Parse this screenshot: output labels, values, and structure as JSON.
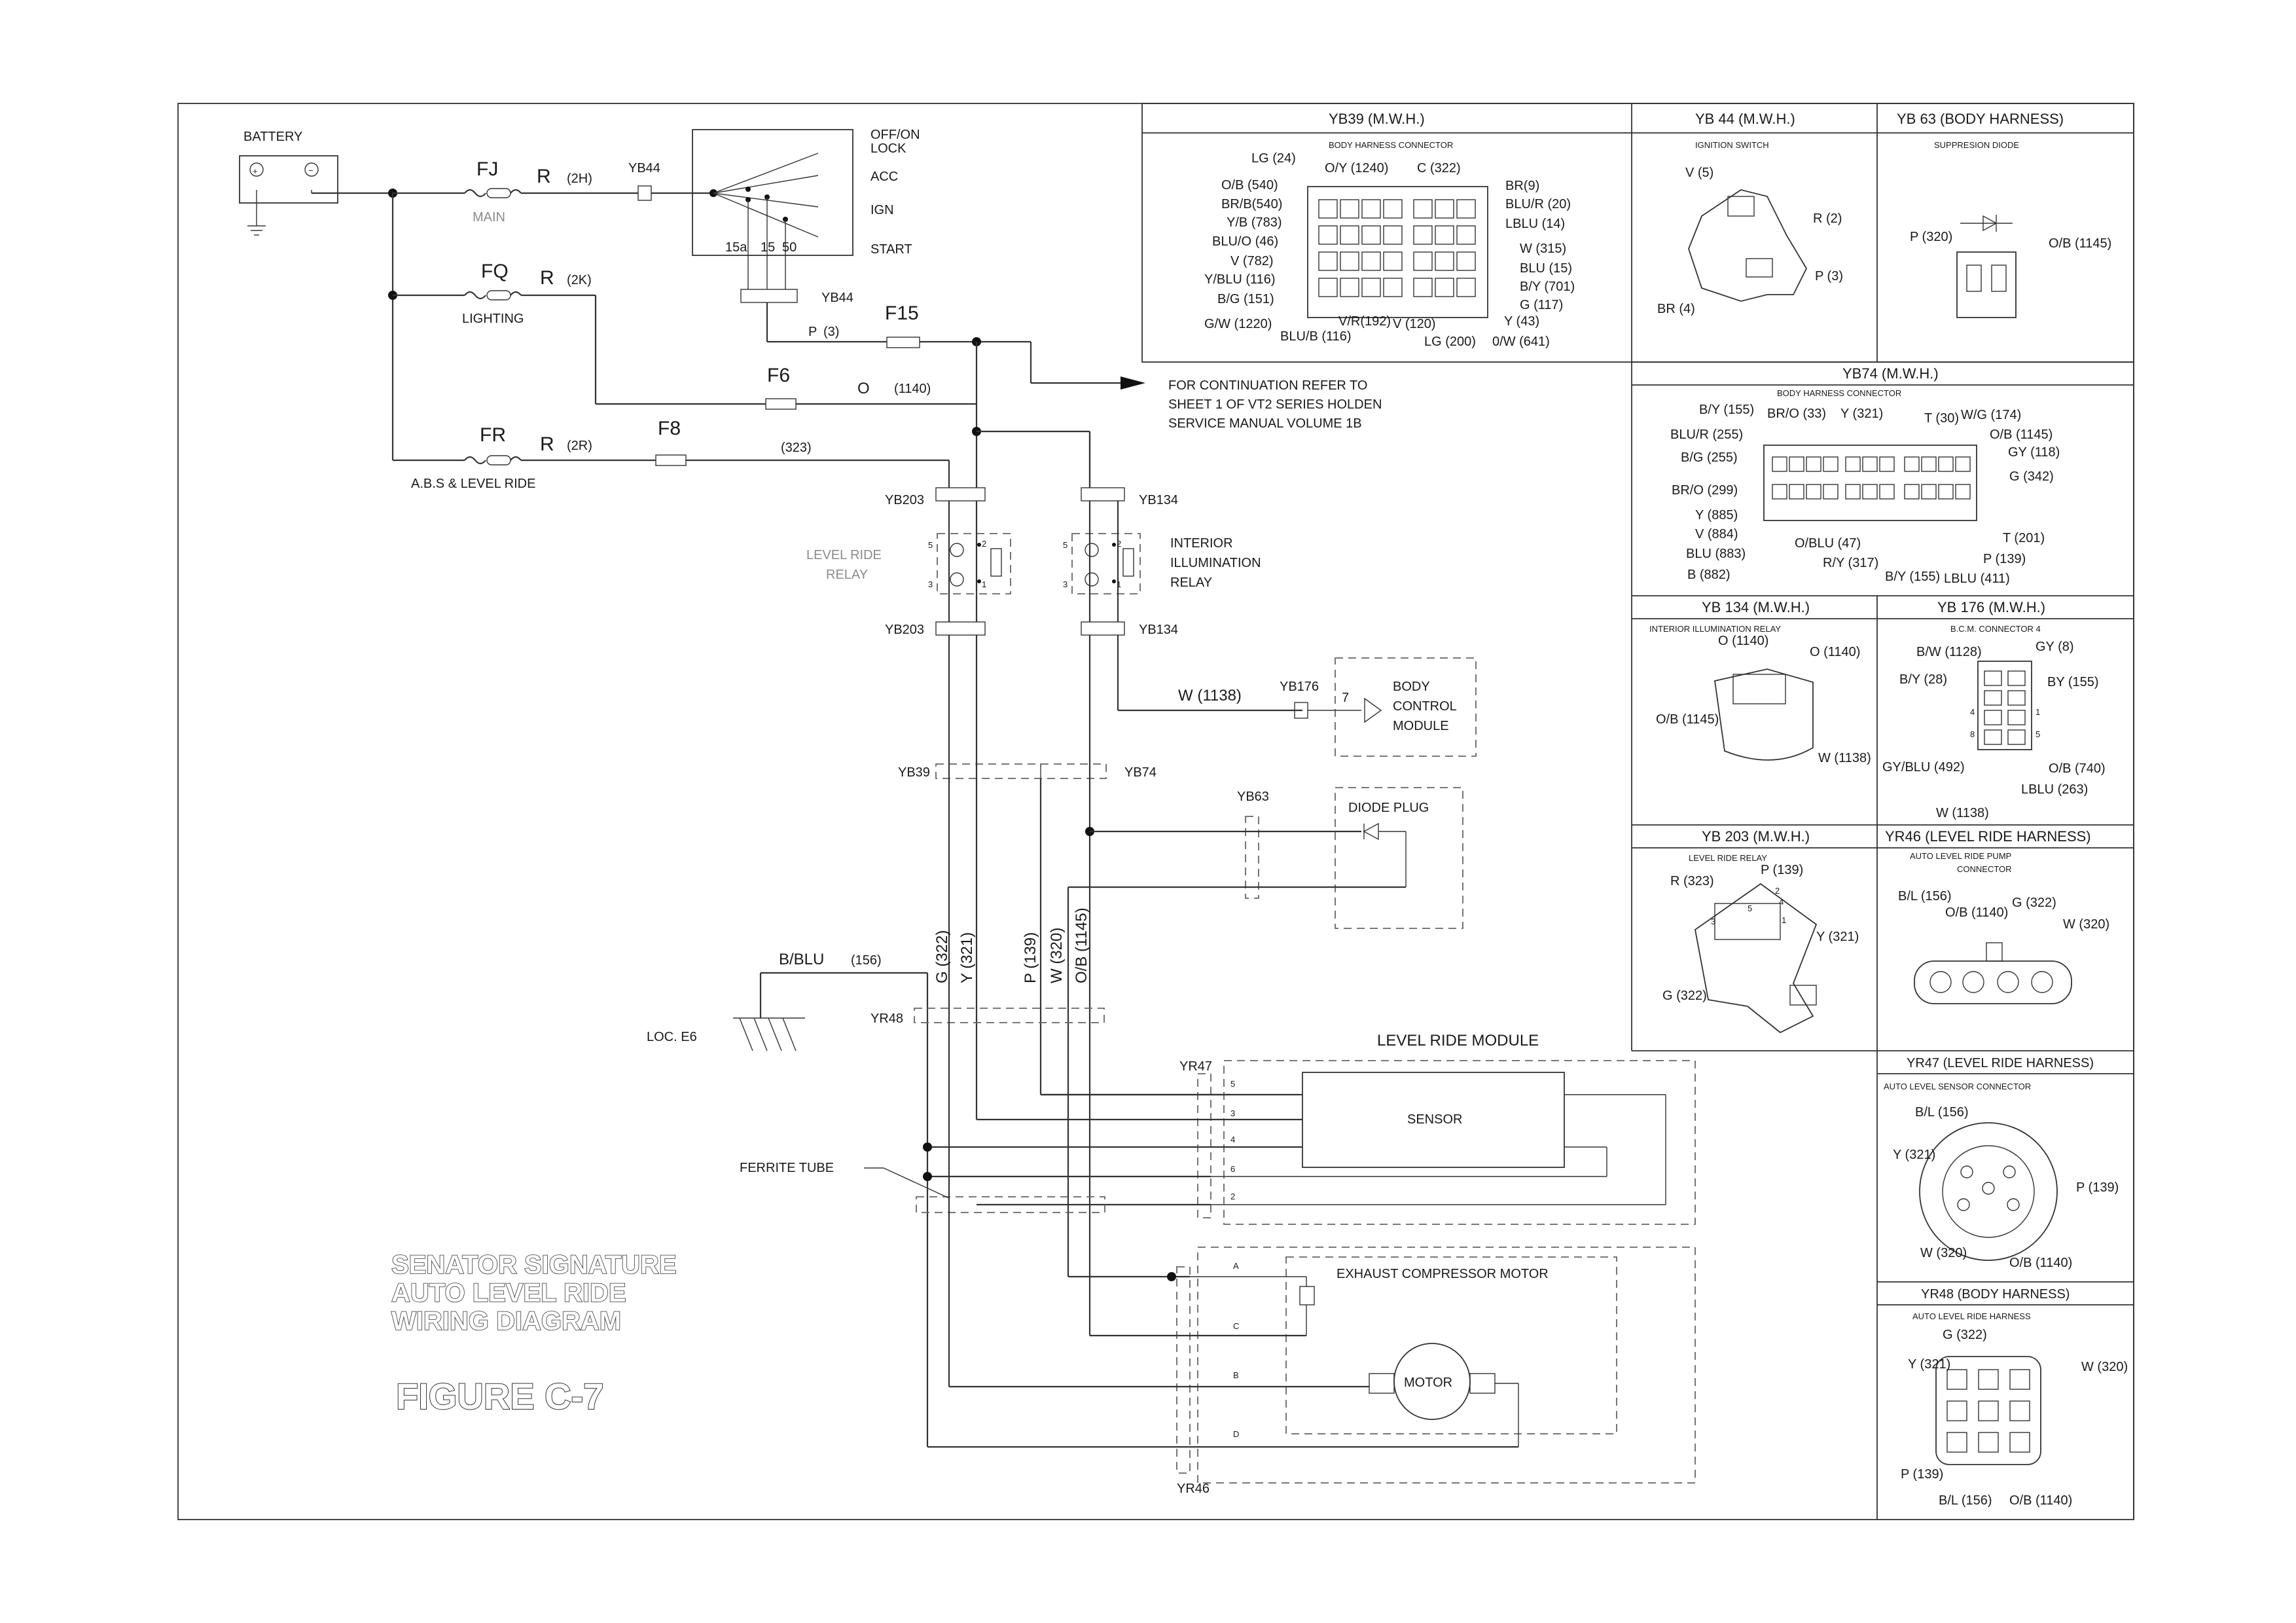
{
  "battery": {
    "label": "BATTERY",
    "plus": "+",
    "minus": "−"
  },
  "fuses": {
    "fj": {
      "name": "FJ",
      "wire": "R",
      "code": "(2H)",
      "desc": "MAIN"
    },
    "fq": {
      "name": "FQ",
      "wire": "R",
      "code": "(2K)",
      "desc": "LIGHTING"
    },
    "fr": {
      "name": "FR",
      "wire": "R",
      "code": "(2R)",
      "desc": "A.B.S & LEVEL RIDE"
    },
    "f15": {
      "name": "F15",
      "wire": "P",
      "code": "(3)"
    },
    "f6": {
      "name": "F6",
      "wire": "O",
      "code": "(1140)"
    },
    "f8": {
      "name": "F8",
      "code": "(323)"
    }
  },
  "ignition": {
    "yb44_a": "YB44",
    "yb44_b": "YB44",
    "positions": [
      "OFF/ON",
      "LOCK",
      "ACC",
      "IGN",
      "START"
    ],
    "terminals": [
      "15a",
      "15",
      "50"
    ]
  },
  "continuation": [
    "FOR CONTINUATION REFER TO",
    "SHEET 1 OF VT2 SERIES HOLDEN",
    "SERVICE MANUAL VOLUME 1B"
  ],
  "relays": {
    "level": {
      "name": [
        "LEVEL RIDE",
        "RELAY"
      ],
      "top": "YB203",
      "bottom": "YB203",
      "pins": [
        "5",
        "2",
        "3",
        "1"
      ]
    },
    "interior": {
      "name": [
        "INTERIOR",
        "ILLUMINATION",
        "RELAY"
      ],
      "top": "YB134",
      "bottom": "YB134",
      "pins": [
        "5",
        "2",
        "3",
        "1"
      ]
    }
  },
  "bcm": {
    "wire": "W (1138)",
    "connector": "YB176",
    "pin": "7",
    "name": [
      "BODY",
      "CONTROL",
      "MODULE"
    ]
  },
  "connectors": {
    "yb39": "YB39",
    "yb74": "YB74",
    "yb63": "YB63",
    "yr48": "YR48",
    "yr47": "YR47",
    "yr46": "YR46"
  },
  "diode_plug": "DIODE PLUG",
  "ground": {
    "wire": "B/BLU",
    "code": "(156)",
    "loc": "LOC. E6"
  },
  "vertical_wires": [
    "G (322)",
    "Y (321)",
    "P (139)",
    "W (320)",
    "O/B (1145)"
  ],
  "ferrite": "FERRITE TUBE",
  "module": {
    "title": "LEVEL RIDE MODULE",
    "sensor": "SENSOR",
    "sensor_pins": [
      "5",
      "3",
      "4",
      "6",
      "2"
    ],
    "compressor": "EXHAUST COMPRESSOR MOTOR",
    "motor": "MOTOR",
    "motor_pins": [
      "A",
      "C",
      "B",
      "D"
    ]
  },
  "title": [
    "SENATOR SIGNATURE",
    "AUTO LEVEL RIDE",
    "WIRING DIAGRAM"
  ],
  "figure": "FIGURE C-7",
  "panels": {
    "yb39": {
      "header": "YB39 (M.W.H.)",
      "sub": "BODY HARNESS CONNECTOR",
      "labels": [
        "LG (24)",
        "O/Y (1240)",
        "C (322)",
        "O/B (540)",
        "BR/B(540)",
        "Y/B (783)",
        "BLU/O (46)",
        "V (782)",
        "Y/BLU (116)",
        "B/G (151)",
        "G/W (1220)",
        "BLU/B (116)",
        "V/R(192)",
        "V (120)",
        "LG (200)",
        "0/W (641)",
        "Y (43)",
        "G (117)",
        "B/Y (701)",
        "BLU (15)",
        "W (315)",
        "LBLU (14)",
        "BLU/R (20)",
        "BR(9)"
      ]
    },
    "yb44": {
      "header": "YB 44 (M.W.H.)",
      "sub": "IGNITION SWITCH",
      "labels": [
        "V (5)",
        "R (2)",
        "P (3)",
        "BR (4)"
      ]
    },
    "yb63": {
      "header": "YB 63 (BODY HARNESS)",
      "sub": "SUPPRESION DIODE",
      "labels": [
        "P (320)",
        "O/B (1145)"
      ]
    },
    "yb74": {
      "header": "YB74 (M.W.H.)",
      "sub": "BODY HARNESS CONNECTOR",
      "labels": [
        "B/Y (155)",
        "BR/O (33)",
        "Y (321)",
        "T (30)",
        "W/G (174)",
        "O/B (1145)",
        "GY (118)",
        "BLU/R (255)",
        "B/G (255)",
        "G (342)",
        "BR/O (299)",
        "Y (885)",
        "V (884)",
        "BLU (883)",
        "B (882)",
        "O/BLU (47)",
        "R/Y (317)",
        "B/Y (155)",
        "LBLU (411)",
        "P (139)",
        "T (201)"
      ]
    },
    "yb134": {
      "header": "YB 134 (M.W.H.)",
      "sub": "INTERIOR ILLUMINATION RELAY",
      "labels": [
        "O (1140)",
        "O (1140)",
        "O/B (1145)",
        "W (1138)"
      ]
    },
    "yb176": {
      "header": "YB 176 (M.W.H.)",
      "sub": "B.C.M. CONNECTOR 4",
      "labels": [
        "B/W (1128)",
        "GY (8)",
        "B/Y (28)",
        "BY (155)",
        "GY/BLU (492)",
        "O/B (740)",
        "LBLU (263)",
        "W (1138)"
      ],
      "pins": [
        "4",
        "8",
        "1",
        "5"
      ]
    },
    "yb203": {
      "header": "YB 203 (M.W.H.)",
      "sub": "LEVEL RIDE RELAY",
      "labels": [
        "R (323)",
        "P (139)",
        "Y (321)",
        "G (322)"
      ],
      "pins": [
        "2",
        "4",
        "5",
        "3",
        "1"
      ]
    },
    "yr46": {
      "header": "YR46 (LEVEL RIDE HARNESS)",
      "sub": [
        "AUTO LEVEL RIDE PUMP",
        "CONNECTOR"
      ],
      "labels": [
        "B/L (156)",
        "O/B (1140)",
        "G (322)",
        "W (320)"
      ]
    },
    "yr47": {
      "header": "YR47 (LEVEL RIDE HARNESS)",
      "sub": "AUTO LEVEL SENSOR CONNECTOR",
      "labels": [
        "B/L (156)",
        "Y (321)",
        "P (139)",
        "W (320)",
        "O/B (1140)"
      ]
    },
    "yr48": {
      "header": "YR48 (BODY HARNESS)",
      "sub": "AUTO LEVEL RIDE HARNESS",
      "labels": [
        "G (322)",
        "Y (321)",
        "W (320)",
        "P (139)",
        "B/L (156)",
        "O/B (1140)"
      ]
    }
  }
}
